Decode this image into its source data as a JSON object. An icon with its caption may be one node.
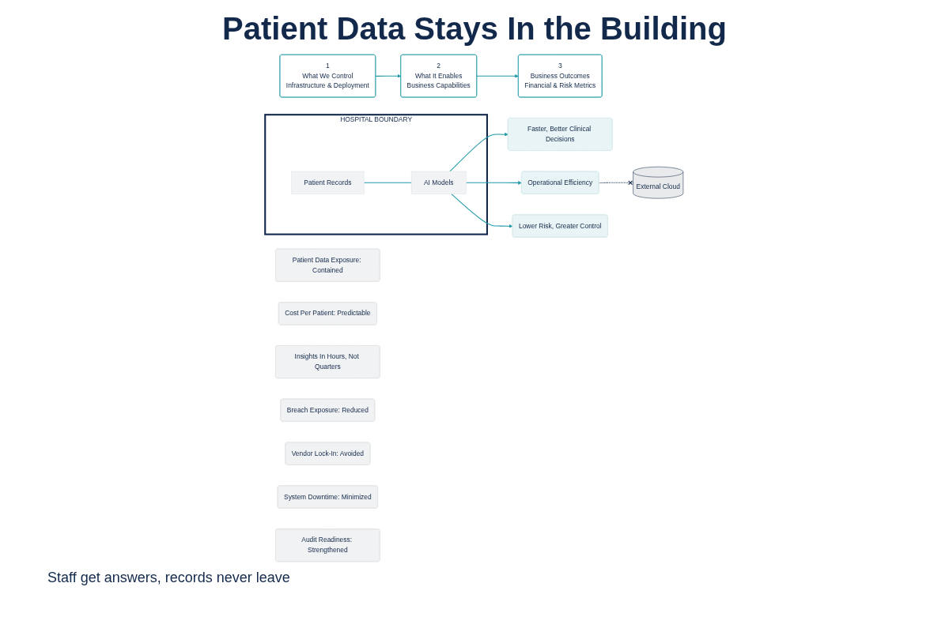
{
  "diagram": {
    "title": "Patient Data Stays In the Building",
    "nodes": [
      {
        "text": [
          "1",
          "What We Control",
          "Infrastructure & Deployment"
        ]
      },
      {
        "text": [
          "2",
          "What It Enables",
          "Business Capabilities"
        ]
      },
      {
        "text": [
          "3",
          "Business Outcomes",
          "Financial & Risk Metrics"
        ]
      },
      {
        "text": [
          "HOSPITAL BOUNDARY"
        ]
      },
      {
        "text": [
          "Patient Records"
        ],
        "in": 3
      },
      {
        "text": [
          "AI Models"
        ],
        "in": 3
      },
      {
        "text": [
          "Faster, Better Clinical Decisions"
        ]
      },
      {
        "text": [
          "Operational Efficiency"
        ]
      },
      {
        "text": [
          "Lower Risk, Greater Control"
        ]
      },
      {
        "text": [
          "External Cloud"
        ]
      },
      {
        "text": [
          "Patient Data Exposure: Contained"
        ]
      },
      {
        "text": [
          "Cost Per Patient: Predictable"
        ]
      },
      {
        "text": [
          "Insights In Hours, Not Quarters"
        ]
      },
      {
        "text": [
          "Breach Exposure: Reduced"
        ]
      },
      {
        "text": [
          "Vendor Lock-In: Avoided"
        ]
      },
      {
        "text": [
          "System Downtime: Minimized"
        ]
      },
      {
        "text": [
          "Audit Readiness: Strengthened"
        ]
      }
    ],
    "edges": [
      {
        "from": 0,
        "to": 1,
        "arrow": "to"
      },
      {
        "from": 1,
        "to": 2,
        "arrow": "to"
      },
      {
        "from": 4,
        "to": 5,
        "arrow": "none"
      },
      {
        "from": 5,
        "to": 6,
        "arrow": "to"
      },
      {
        "from": 5,
        "to": 7,
        "arrow": "to"
      },
      {
        "from": 5,
        "to": 8,
        "arrow": "to"
      },
      {
        "from": 7,
        "to": 9,
        "arrow": "other",
        "style": "dashed",
        "color": "#13294b"
      }
    ],
    "labels": [
      "Staff get answers, records never leave"
    ]
  }
}
